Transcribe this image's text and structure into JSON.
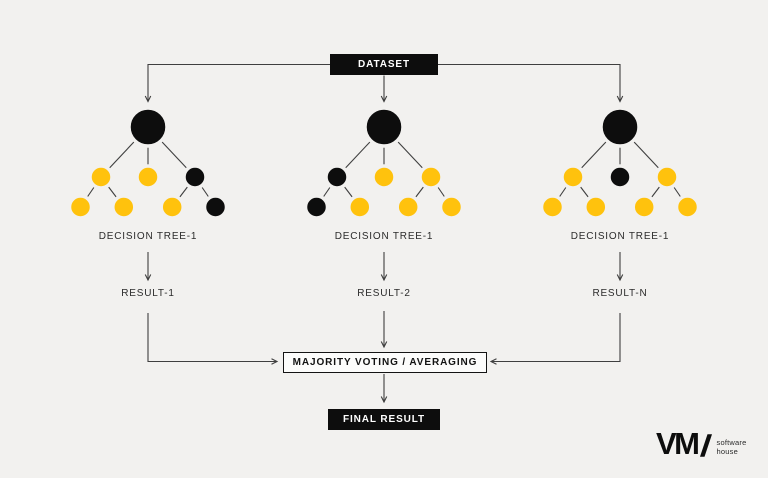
{
  "colors": {
    "background": "#F2F1EF",
    "yellow": "#FFC20D",
    "black": "#0D0D0D",
    "line": "#3F3F3F"
  },
  "labels": {
    "dataset": "DATASET",
    "voting": "MAJORITY VOTING / AVERAGING",
    "final": "FINAL RESULT"
  },
  "trees": [
    {
      "name": "DECISION TREE-1",
      "result": "RESULT-1",
      "root": "black",
      "level2": [
        "yellow",
        "yellow",
        "black"
      ],
      "level3": [
        "yellow",
        "yellow",
        "yellow",
        "black"
      ]
    },
    {
      "name": "DECISION TREE-1",
      "result": "RESULT-2",
      "root": "black",
      "level2": [
        "black",
        "yellow",
        "yellow"
      ],
      "level3": [
        "black",
        "yellow",
        "yellow",
        "yellow"
      ]
    },
    {
      "name": "DECISION TREE-1",
      "result": "RESULT-N",
      "root": "black",
      "level2": [
        "yellow",
        "black",
        "yellow"
      ],
      "level3": [
        "yellow",
        "yellow",
        "yellow",
        "yellow"
      ]
    }
  ],
  "logo": {
    "brand": "VM",
    "tagline_line1": "software",
    "tagline_line2": "house"
  }
}
